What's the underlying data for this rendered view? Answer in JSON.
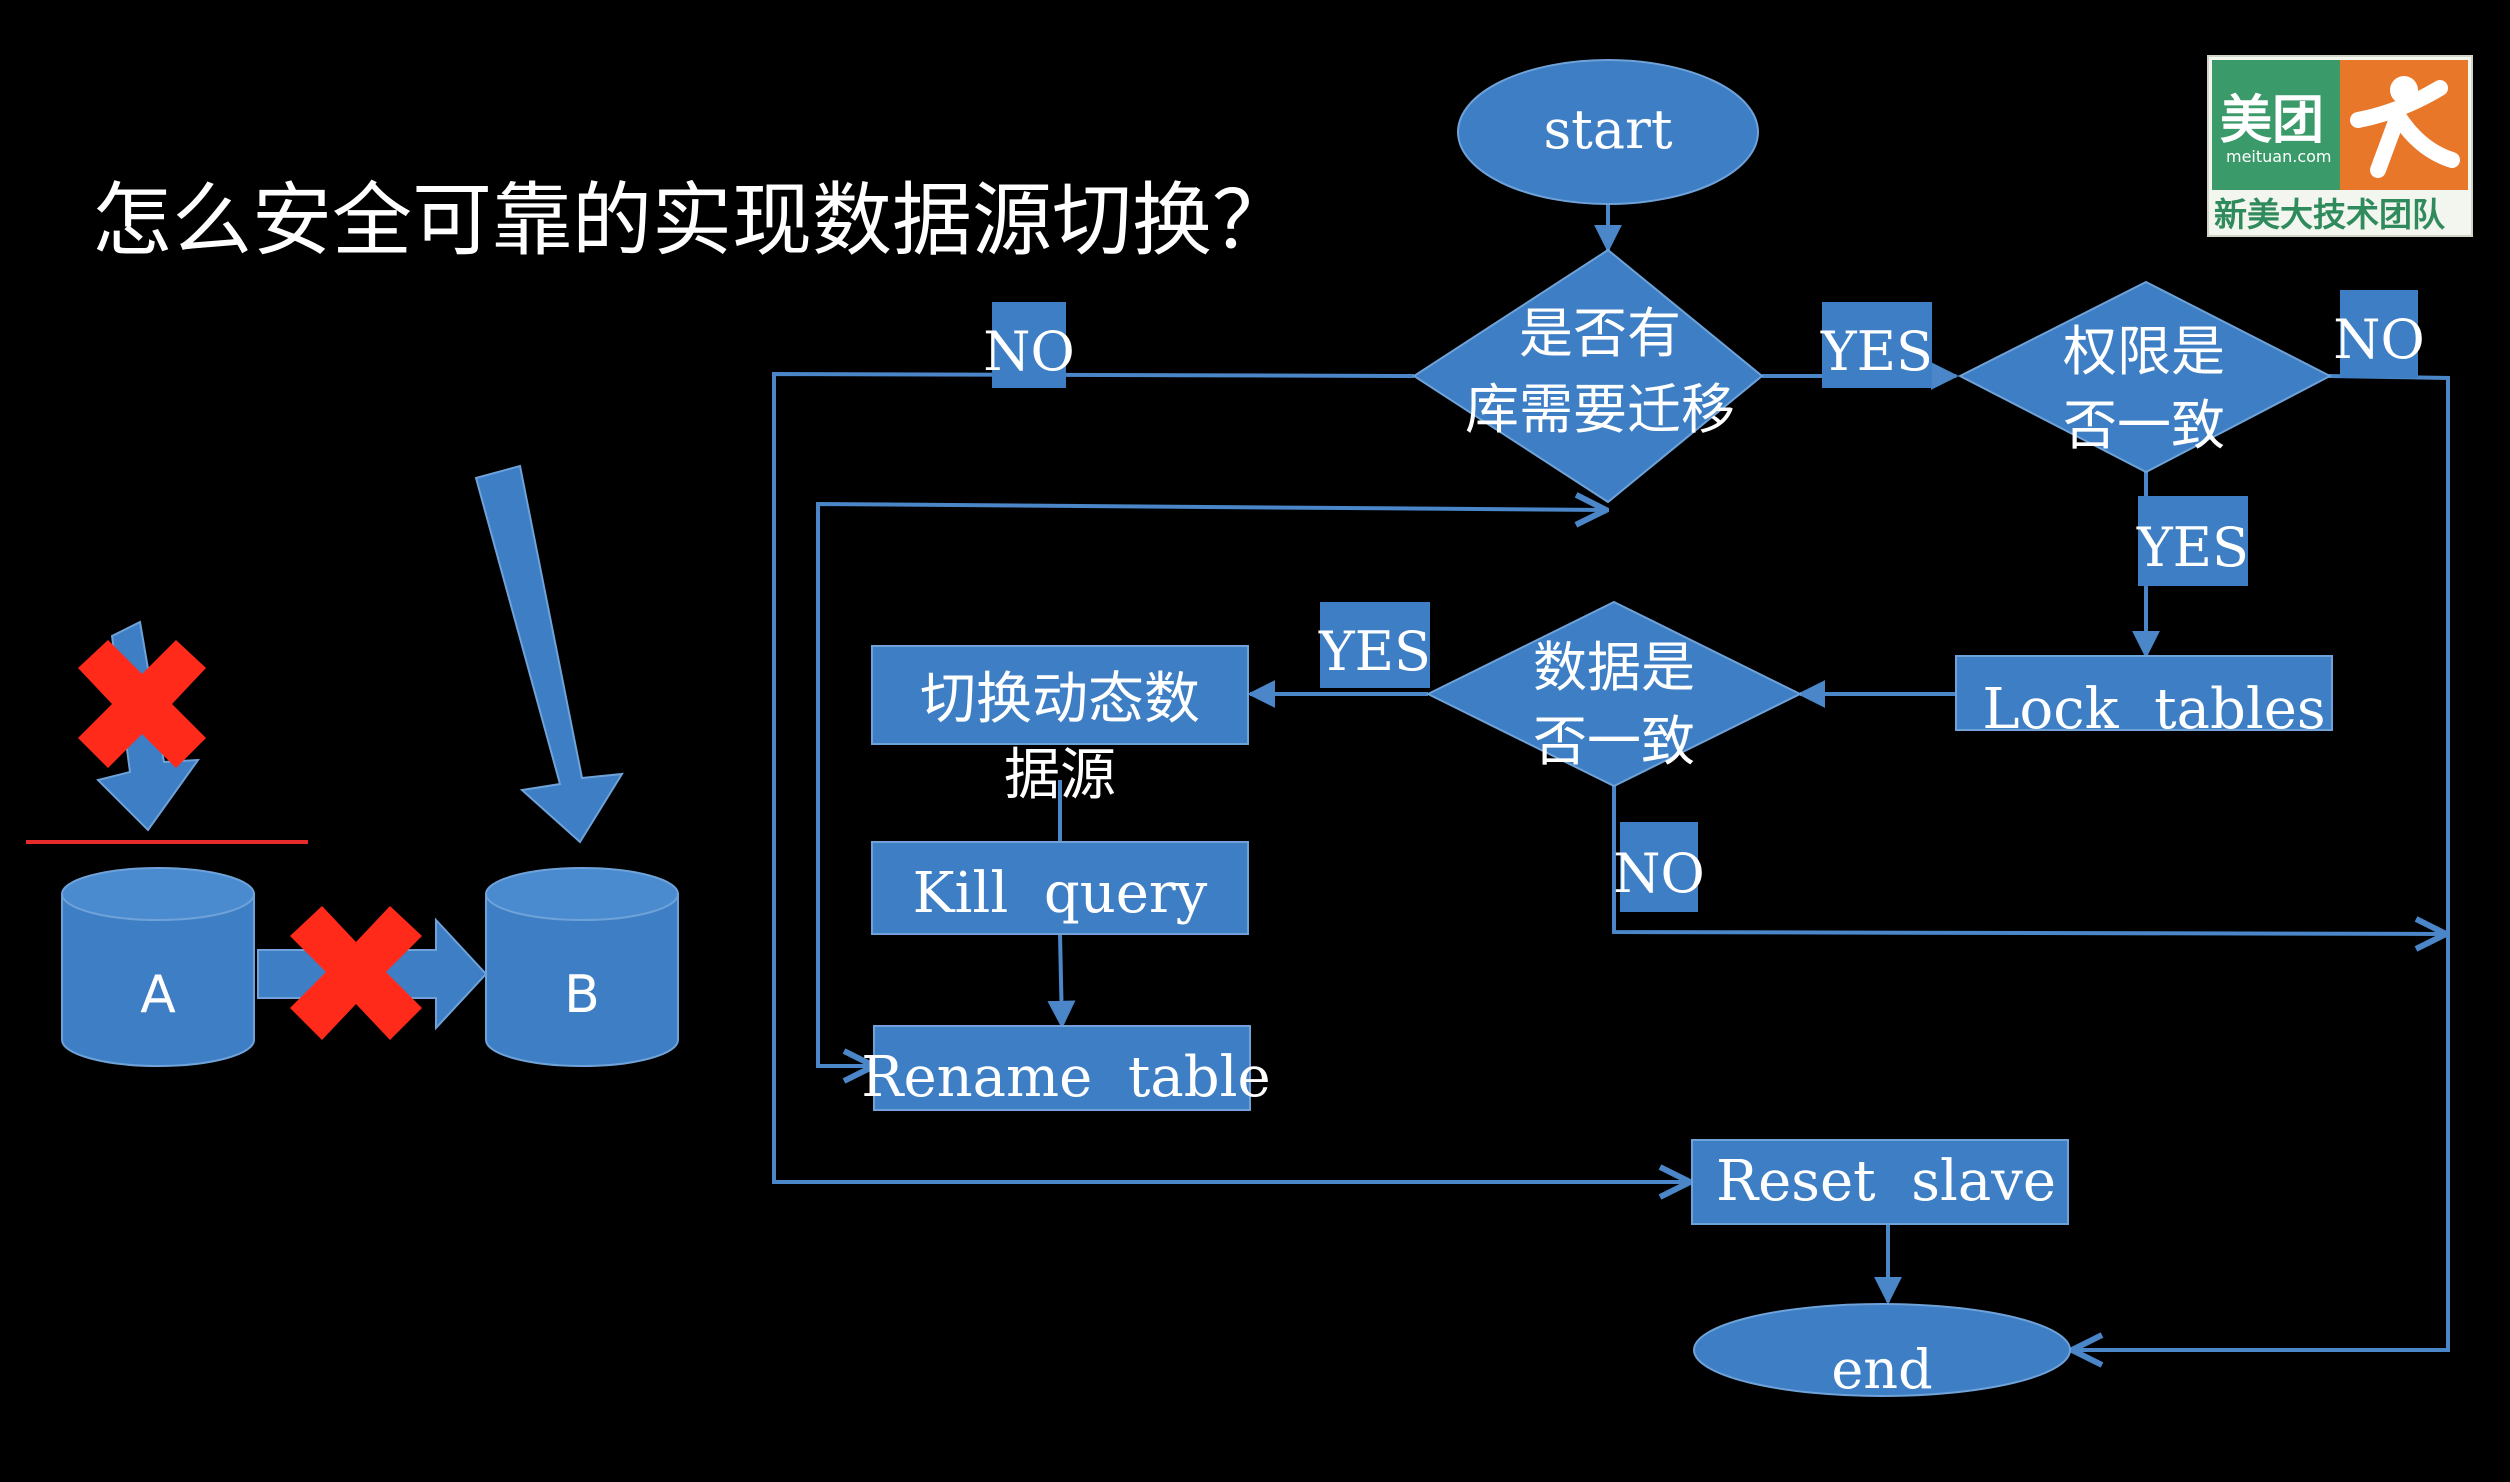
{
  "slide": {
    "title": "怎么安全可靠的实现数据源切换？",
    "background": "#000000"
  },
  "colors": {
    "shape_fill": "#3d7ec4",
    "shape_stroke": "#6ea2d8",
    "connector": "#4a86c8",
    "cross": "#ff2a1a",
    "red_line": "#e52b2b",
    "text": "#ffffff"
  },
  "logo": {
    "brand": "美团",
    "domain": "meituan.com",
    "caption": "新美大技术团队",
    "icon": "person-icon"
  },
  "illustration": {
    "db_a": "A",
    "db_b": "B"
  },
  "flowchart": {
    "start": "start",
    "end": "end",
    "decision_migrate": [
      "是否有",
      "库需要迁移"
    ],
    "decision_permission": [
      "权限是",
      "否一致"
    ],
    "decision_data": [
      "数据是",
      "否一致"
    ],
    "lock_tables": "Lock  tables",
    "switch_source": "切换动态数",
    "switch_source_tail": "据源",
    "kill_query": "Kill  query",
    "rename_table": "Rename  table",
    "reset_slave": "Reset  slave",
    "labels": {
      "no_migrate": "NO",
      "yes_migrate": "YES",
      "no_permission": "NO",
      "yes_permission": "YES",
      "yes_data": "YES",
      "no_data": "NO"
    }
  }
}
